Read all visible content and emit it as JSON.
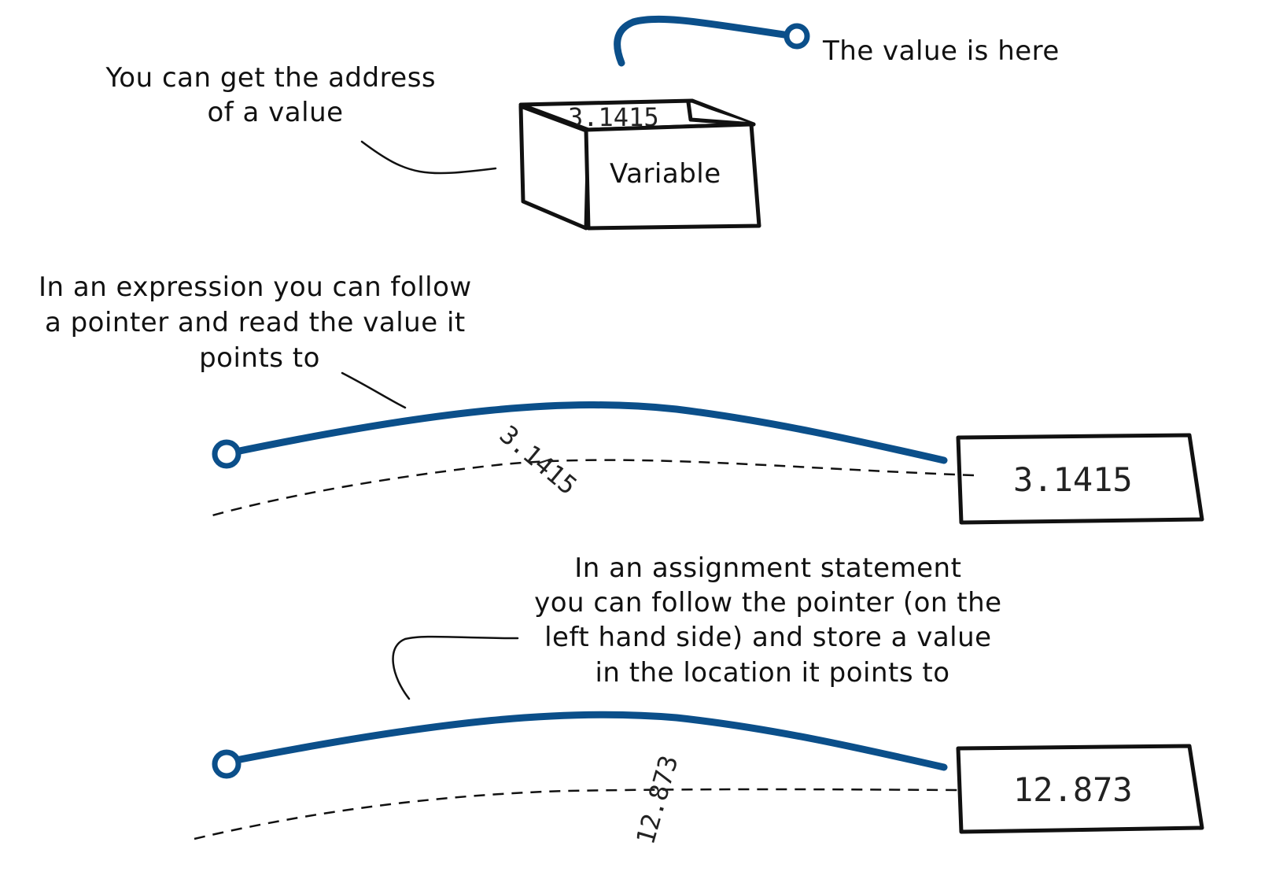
{
  "top": {
    "address_note": [
      "You can get the address",
      "of a value"
    ],
    "value_note": "The value is here",
    "box_label": "Variable",
    "box_value": "3.1415"
  },
  "expression": {
    "note": [
      "In an expression you can follow",
      "a pointer and read the value it",
      "points to"
    ],
    "target_value": "3.1415",
    "flow_value": "3.1415"
  },
  "assignment": {
    "note": [
      "In an assignment statement",
      "you can follow the pointer (on the",
      "left hand side) and store a value",
      "in the location it points to"
    ],
    "target_value": "12.873",
    "flow_value": "12.873"
  },
  "colors": {
    "pointer": "#0b4f8a",
    "ink": "#111111"
  }
}
